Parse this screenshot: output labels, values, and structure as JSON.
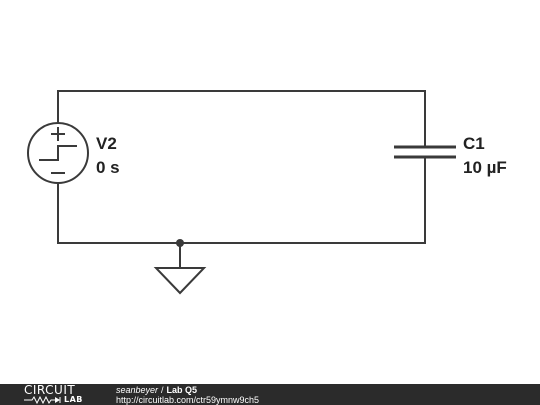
{
  "circuit": {
    "source": {
      "name": "V2",
      "value": "0 s"
    },
    "capacitor": {
      "name": "C1",
      "value": "10 µF"
    }
  },
  "footer": {
    "logo_top": "CIRCUIT",
    "logo_bottom": "LAB",
    "author": "seanbeyer",
    "separator": "/",
    "title": "Lab Q5",
    "url": "http://circuitlab.com/ctr59ymnw9ch5"
  },
  "colors": {
    "wire": "#3a3a3a",
    "footer_background": "#2b2b2b",
    "page_background": "#ffffff"
  }
}
